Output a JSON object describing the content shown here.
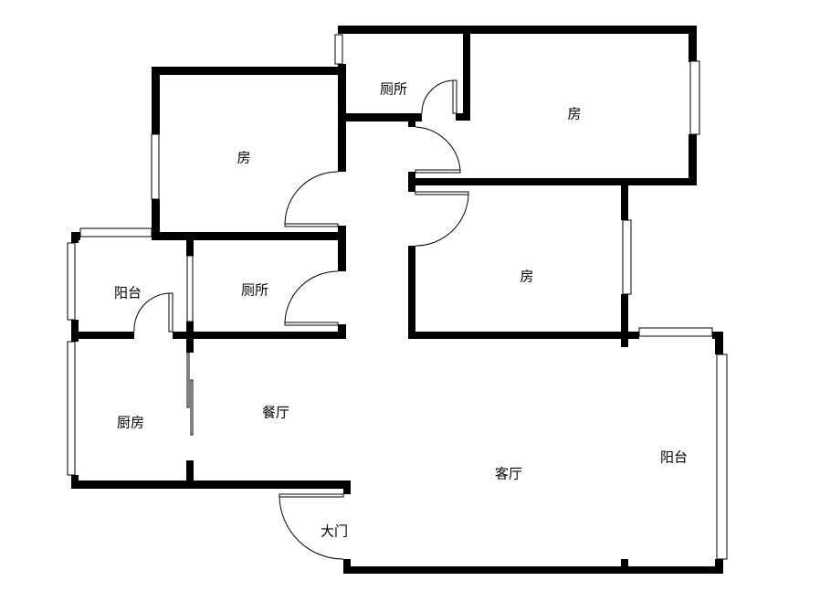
{
  "rooms": {
    "toilet_upper": "厕所",
    "bedroom_upper_right": "房",
    "bedroom_upper_left": "房",
    "bedroom_middle": "房",
    "balcony_small": "阳台",
    "toilet_lower": "厕所",
    "kitchen": "厨房",
    "dining": "餐厅",
    "living": "客厅",
    "balcony_large": "阳台",
    "main_door": "大门"
  },
  "colors": {
    "wall": "#000000",
    "background": "#ffffff"
  }
}
